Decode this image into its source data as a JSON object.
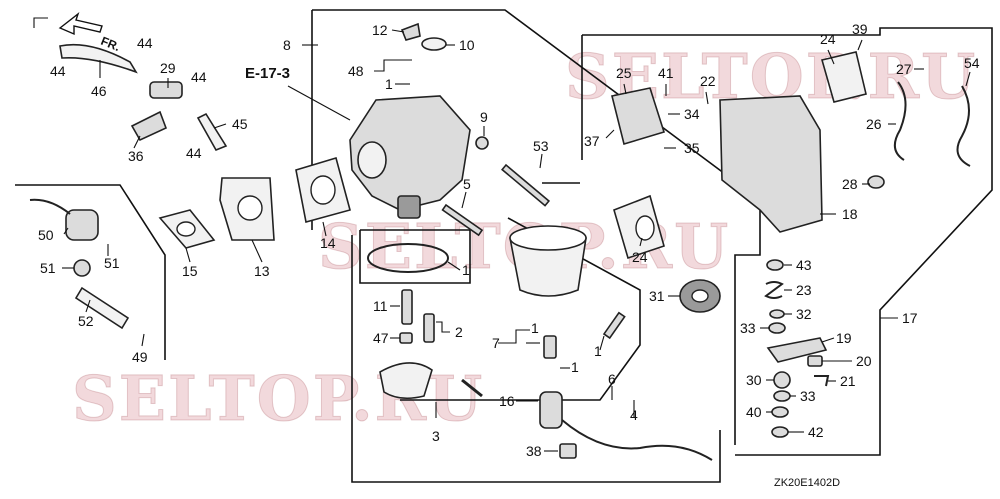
{
  "diagram": {
    "reference_label": "E-17-3",
    "direction_label": "FR.",
    "drawing_code": "ZK20E1402D",
    "watermark_text": "SELTOP.RU",
    "callouts": {
      "c44a": "44",
      "c44b": "44",
      "c44c": "44",
      "c44d": "44",
      "c46": "46",
      "c29": "29",
      "c36": "36",
      "c45": "45",
      "c8": "8",
      "c12": "12",
      "c10": "10",
      "c48": "48",
      "c1a": "1",
      "c9": "9",
      "c5": "5",
      "c53": "53",
      "c14": "14",
      "c13": "13",
      "c15": "15",
      "c1b": "1",
      "c11": "11",
      "c47": "47",
      "c2": "2",
      "c3": "3",
      "c7": "7",
      "c1c": "1",
      "c1d": "1",
      "c1e": "1",
      "c6": "6",
      "c4": "4",
      "c16": "16",
      "c38": "38",
      "c50": "50",
      "c51a": "51",
      "c51b": "51",
      "c52": "52",
      "c49": "49",
      "c24a": "24",
      "c39": "39",
      "c27": "27",
      "c54": "54",
      "c25": "25",
      "c41": "41",
      "c22": "22",
      "c34": "34",
      "c37": "37",
      "c35": "35",
      "c26": "26",
      "c28": "28",
      "c18": "18",
      "c24b": "24",
      "c31": "31",
      "c43": "43",
      "c23": "23",
      "c32": "32",
      "c33a": "33",
      "c19": "19",
      "c20": "20",
      "c30": "30",
      "c21": "21",
      "c33b": "33",
      "c40": "40",
      "c42": "42",
      "c17": "17"
    },
    "accent_colors": {
      "line": "#111111",
      "part_fill": "#dcdcdc",
      "watermark": "#d27882"
    }
  }
}
